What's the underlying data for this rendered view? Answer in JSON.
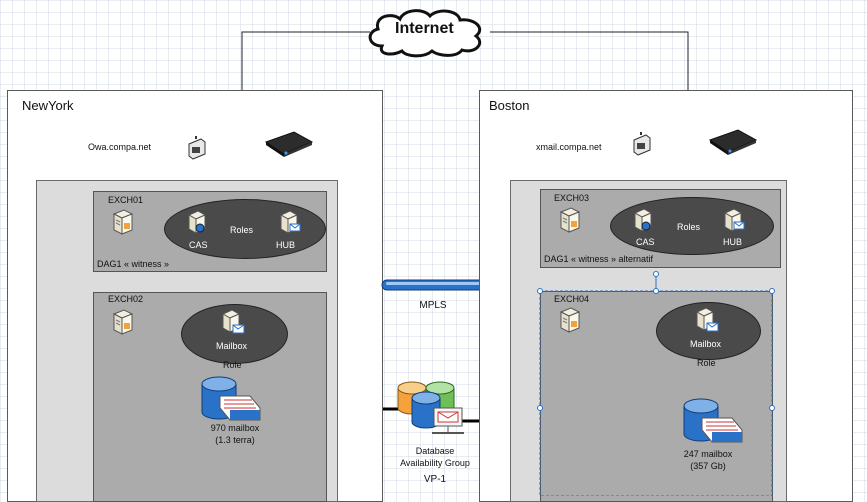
{
  "cloud": {
    "label": "Internet"
  },
  "sites": {
    "newyork": {
      "title": "NewYork",
      "url": "Owa.compa.net",
      "exch_top": "EXCH01",
      "dag_label": "DAG1 « witness »",
      "exch_bottom": "EXCH02",
      "roles": {
        "label": "Roles",
        "cas": "CAS",
        "hub": "HUB"
      },
      "mailbox": {
        "label": "Mailbox",
        "sub": "Role"
      },
      "db": {
        "line1": "970 mailbox",
        "line2": "(1.3 terra)"
      }
    },
    "boston": {
      "title": "Boston",
      "url": "xmail.compa.net",
      "exch_top": "EXCH03",
      "dag_label": "DAG1 « witness » alternatif",
      "exch_bottom": "EXCH04",
      "roles": {
        "label": "Roles",
        "cas": "CAS",
        "hub": "HUB"
      },
      "mailbox": {
        "label": "Mailbox",
        "sub": "Role"
      },
      "db": {
        "line1": "247 mailbox",
        "line2": "(357 Gb)"
      }
    }
  },
  "mpls": {
    "label": "MPLS"
  },
  "dag": {
    "line1": "Database",
    "line2": "Availability Group",
    "code": "VP-1"
  },
  "colors": {
    "link": "#2a72c8",
    "server_box": "#ababab",
    "role_ellipse": "#4a4a4a"
  },
  "icons": [
    "cloud-icon",
    "firewall-icon",
    "switch-icon",
    "server-icon",
    "database-icon"
  ]
}
